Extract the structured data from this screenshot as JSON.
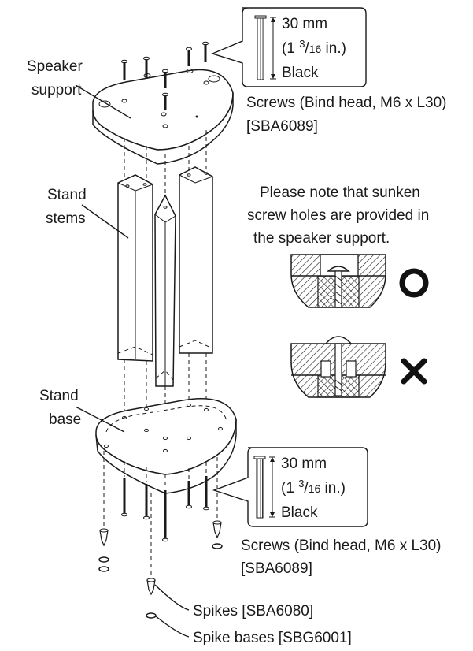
{
  "labels": {
    "speaker_support": [
      "Speaker",
      "support"
    ],
    "stand_stems": [
      "Stand",
      "stems"
    ],
    "stand_base": [
      "Stand",
      "base"
    ],
    "note": [
      "Please note that sunken",
      "screw holes are provided in",
      "the speaker support."
    ],
    "spikes": "Spikes [SBA6080]",
    "spike_bases": "Spike bases [SBG6001]"
  },
  "screw_callouts": [
    {
      "length_mm": "30 mm",
      "length_in_whole": "(1 ",
      "length_in_num": "3",
      "length_in_sep": "/",
      "length_in_den": "16",
      "length_in_unit": " in.)",
      "finish": "Black",
      "description": "Screws (Bind head, M6 x L30)",
      "part_no": "[SBA6089]"
    },
    {
      "length_mm": "30 mm",
      "length_in_whole": "(1 ",
      "length_in_num": "3",
      "length_in_sep": "/",
      "length_in_den": "16",
      "length_in_unit": " in.)",
      "finish": "Black",
      "description": "Screws (Bind head, M6 x L30)",
      "part_no": "[SBA6089]"
    }
  ],
  "correctness_marks": {
    "correct": "O",
    "incorrect": "X"
  },
  "icons": {
    "correct": "circle-icon",
    "incorrect": "cross-icon"
  }
}
